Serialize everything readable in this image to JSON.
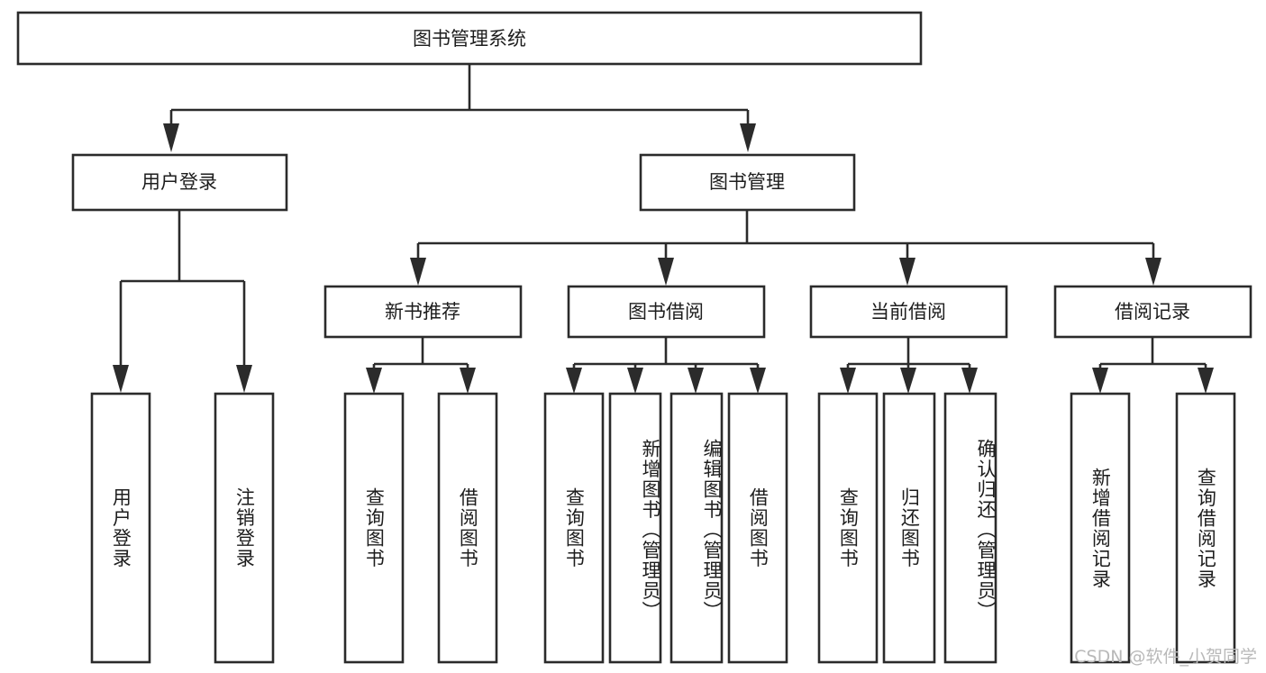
{
  "diagram": {
    "type": "hierarchy-tree",
    "title": "图书管理系统",
    "orientation": "top-down",
    "colors": {
      "box_stroke": "#2b2b2b",
      "box_fill": "#ffffff",
      "connector": "#2b2b2b",
      "text": "#1d1d1d",
      "background": "#ffffff",
      "watermark": "#b9b9b9"
    },
    "levels": {
      "level1": {
        "label": "图书管理系统"
      },
      "level2": [
        {
          "label": "用户登录"
        },
        {
          "label": "图书管理"
        }
      ],
      "level3": [
        {
          "label": "新书推荐"
        },
        {
          "label": "图书借阅"
        },
        {
          "label": "当前借阅"
        },
        {
          "label": "借阅记录"
        }
      ],
      "level4": [
        {
          "label": "用户登录",
          "parent": "用户登录"
        },
        {
          "label": "注销登录",
          "parent": "用户登录"
        },
        {
          "label": "查询图书",
          "parent": "新书推荐"
        },
        {
          "label": "借阅图书",
          "parent": "新书推荐"
        },
        {
          "label": "查询图书",
          "parent": "图书借阅"
        },
        {
          "label": "新增图书（管理员）",
          "parent": "图书借阅"
        },
        {
          "label": "编辑图书（管理员）",
          "parent": "图书借阅"
        },
        {
          "label": "借阅图书",
          "parent": "图书借阅"
        },
        {
          "label": "查询图书",
          "parent": "当前借阅"
        },
        {
          "label": "归还图书",
          "parent": "当前借阅"
        },
        {
          "label": "确认归还（管理员）",
          "parent": "当前借阅"
        },
        {
          "label": "新增借阅记录",
          "parent": "借阅记录"
        },
        {
          "label": "查询借阅记录",
          "parent": "借阅记录"
        }
      ]
    }
  },
  "watermark": {
    "text": "CSDN @软件_小贺同学"
  }
}
